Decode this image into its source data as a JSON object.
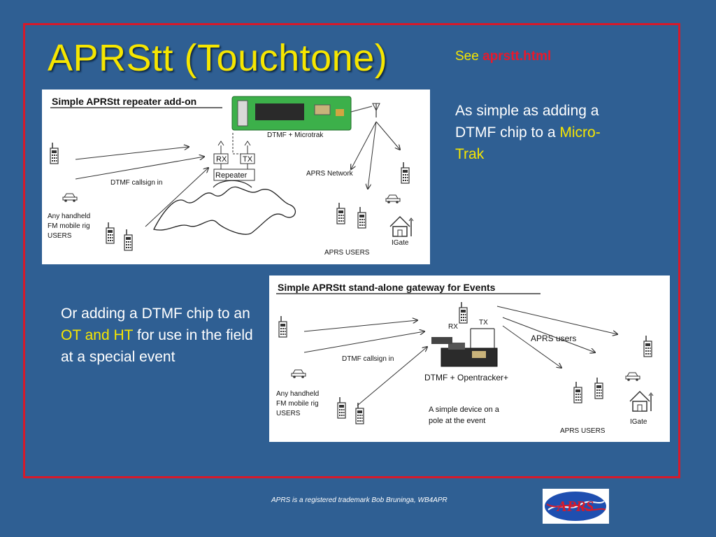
{
  "slide": {
    "title": "APRStt (Touchtone)",
    "see_prefix": "See ",
    "see_link": "aprstt.html",
    "blurb1": {
      "pre": "As simple as adding a DTMF chip to a ",
      "hl": "Micro-Trak"
    },
    "blurb2": {
      "pre": "Or adding a DTMF chip to an ",
      "hl": "OT and HT",
      "post": " for use in the field at a special event"
    },
    "footer": "APRS is a registered trademark Bob Bruninga, WB4APR",
    "logo_text": "APRS"
  },
  "diagram1": {
    "title": "Simple APRStt repeater add-on",
    "board_label": "DTMF + Microtrak",
    "rx": "RX",
    "tx": "TX",
    "repeater": "Repeater",
    "network": "APRS Network",
    "dtmf_in": "DTMF callsign in",
    "users_lines": [
      "Any handheld",
      "FM mobile rig",
      "USERS"
    ],
    "aprs_users": "APRS USERS",
    "igate": "IGate"
  },
  "diagram2": {
    "title": "Simple APRStt stand-alone gateway for Events",
    "rx": "RX",
    "tx": "TX",
    "aprs_users_upper": "APRS users",
    "board_label": "DTMF + Opentracker+",
    "dtmf_in": "DTMF callsign in",
    "users_lines": [
      "Any handheld",
      "FM mobile rig",
      "USERS"
    ],
    "device_lines": [
      "A simple device on a",
      "pole at the event"
    ],
    "aprs_users": "APRS USERS",
    "igate": "IGate"
  },
  "colors": {
    "background": "#2f5f93",
    "frame": "#d61a2b",
    "title": "#f6e600",
    "link": "#e8192c",
    "text": "#ffffff"
  }
}
